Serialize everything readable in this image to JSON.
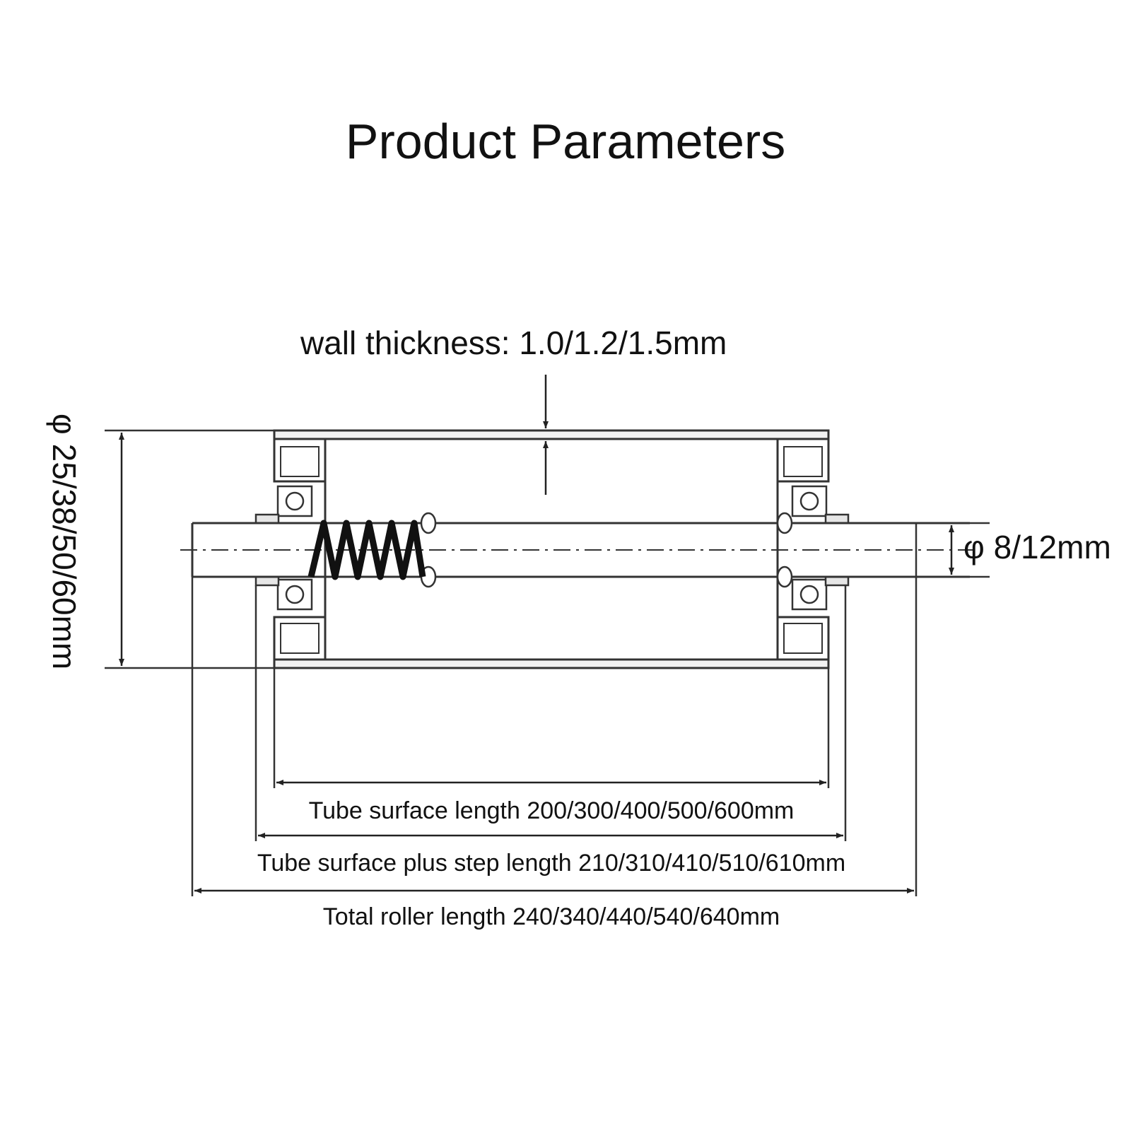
{
  "title": "Product Parameters",
  "labels": {
    "wall_thickness": "wall thickness: 1.0/1.2/1.5mm",
    "tube_diameter": "φ 25/38/50/60mm",
    "shaft_diameter": "φ 8/12mm",
    "tube_surface_length": "Tube surface length 200/300/400/500/600mm",
    "surface_plus_step_length": "Tube surface plus step length 210/310/410/510/610mm",
    "total_roller_length": "Total roller length 240/340/440/540/640mm"
  },
  "colors": {
    "line": "#333333",
    "spring": "#111111",
    "text": "#111111"
  }
}
